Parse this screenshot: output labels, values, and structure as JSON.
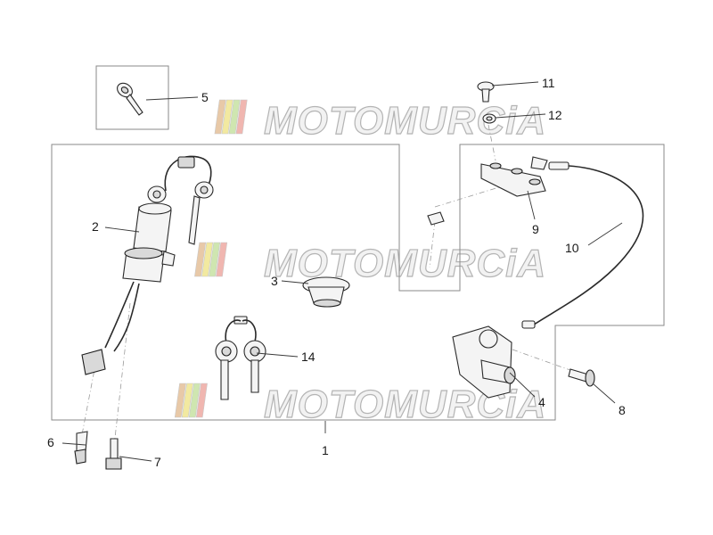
{
  "watermark": {
    "text": "MOTOMURCiA",
    "stripe_colors": [
      "#e8c9a8",
      "#f2e9a0",
      "#cfe6b0",
      "#f0b6b0"
    ]
  },
  "callouts": {
    "c1": "1",
    "c2": "2",
    "c3": "3",
    "c4": "4",
    "c5": "5",
    "c6": "6",
    "c7": "7",
    "c8": "8",
    "c9": "9",
    "c10": "10",
    "c11": "11",
    "c12": "12",
    "c14": "14"
  },
  "colors": {
    "line": "#3a3a3a",
    "frame": "#8a8a8a",
    "text": "#1a1a1a"
  }
}
